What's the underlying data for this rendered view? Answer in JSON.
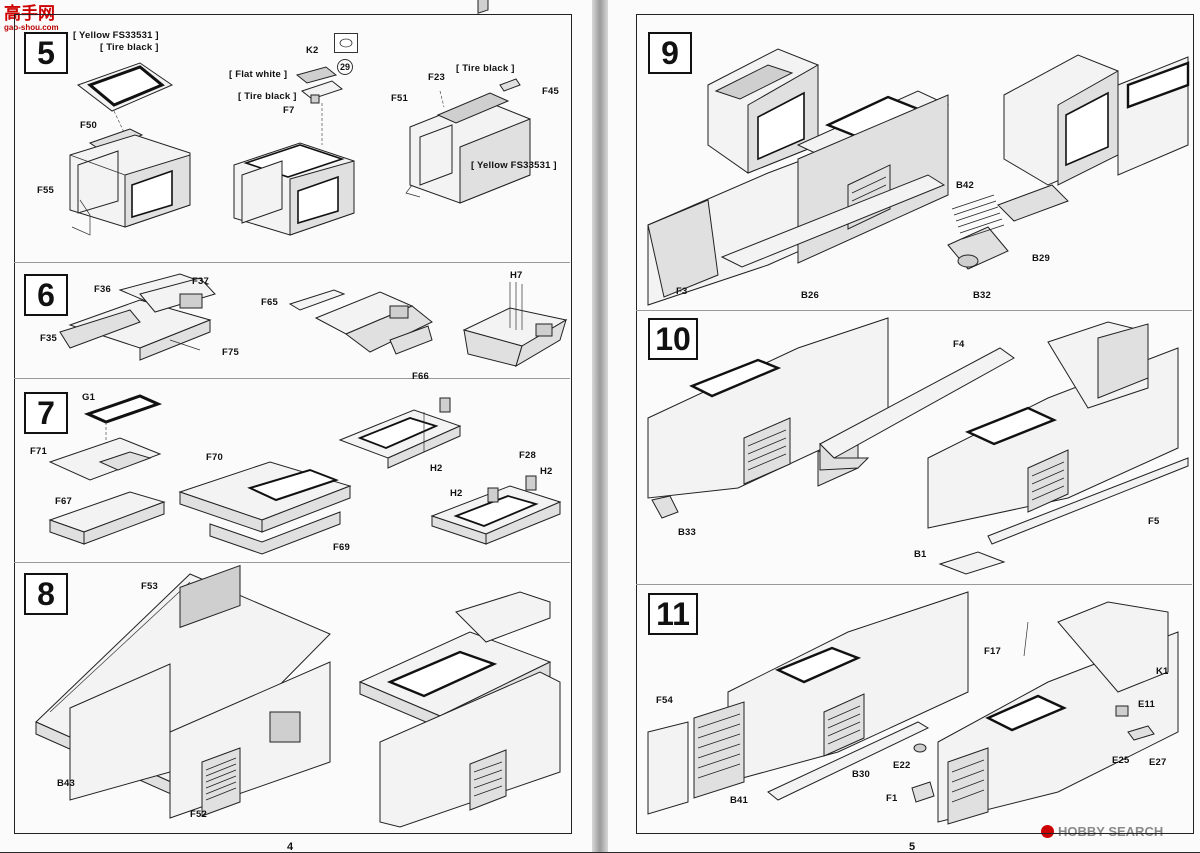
{
  "watermark_top": {
    "chars": "高手网",
    "url": "gao-shou.com"
  },
  "watermark_bottom": {
    "text": "HOBBY SEARCH"
  },
  "pages": {
    "left_number": "4",
    "right_number": "5"
  },
  "steps": [
    {
      "number": "5",
      "labels": {
        "yellow_top": "[ Yellow FS33531 ]",
        "tire_top": "[ Tire black ]",
        "f50": "F50",
        "f55": "F55",
        "k2": "K2",
        "circled_29": "29",
        "flat_white": "[ Flat white ]",
        "tire_mid": "[ Tire black ]",
        "f7": "F7",
        "f23": "F23",
        "tire_right": "[ Tire black ]",
        "f45": "F45",
        "f51": "F51",
        "yellow_right": "[ Yellow FS33531 ]"
      }
    },
    {
      "number": "6",
      "labels": {
        "f36": "F36",
        "f37": "F37",
        "f35": "F35",
        "f75": "F75",
        "f65": "F65",
        "f66": "F66",
        "h7": "H7"
      }
    },
    {
      "number": "7",
      "labels": {
        "g1": "G1",
        "f71": "F71",
        "f67": "F67",
        "f70": "F70",
        "f69": "F69",
        "h2_top": "H2",
        "f28": "F28",
        "h2_right": "H2",
        "h2_left": "H2"
      }
    },
    {
      "number": "8",
      "labels": {
        "f53": "F53",
        "b43": "B43",
        "f52": "F52"
      }
    },
    {
      "number": "9",
      "labels": {
        "f3": "F3",
        "b26": "B26",
        "b42": "B42",
        "b29": "B29",
        "b32": "B32"
      }
    },
    {
      "number": "10",
      "labels": {
        "f4": "F4",
        "b33": "B33",
        "f5": "F5",
        "b1": "B1"
      }
    },
    {
      "number": "11",
      "labels": {
        "f54": "F54",
        "f17": "F17",
        "k1": "K1",
        "e11": "E11",
        "e22": "E22",
        "e25": "E25",
        "e27": "E27",
        "b30": "B30",
        "b41": "B41",
        "f1": "F1"
      }
    }
  ]
}
